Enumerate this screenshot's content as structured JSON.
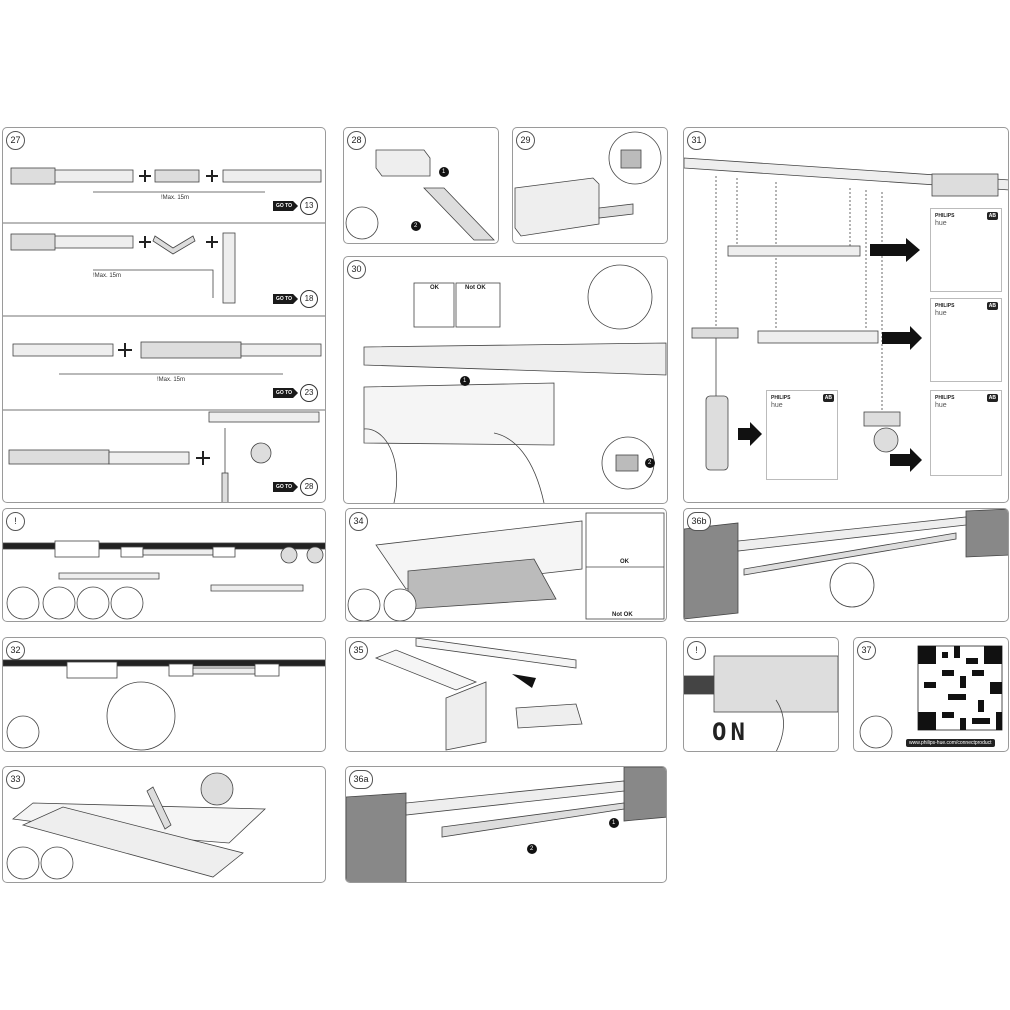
{
  "panels": {
    "p27": {
      "num": "27",
      "rows": [
        {
          "max": "!Max. 15m",
          "goto_label": "GO TO",
          "goto_num": "13"
        },
        {
          "max": "!Max. 15m",
          "goto_label": "GO TO",
          "goto_num": "18"
        },
        {
          "max": "!Max. 15m",
          "goto_label": "GO TO",
          "goto_num": "23"
        },
        {
          "max": "",
          "goto_label": "GO TO",
          "goto_num": "28"
        }
      ]
    },
    "p28": {
      "num": "28",
      "step1": "1",
      "step2": "2"
    },
    "p29": {
      "num": "29"
    },
    "p30": {
      "num": "30",
      "ok": "OK",
      "not_ok": "Not OK",
      "step1": "1",
      "step2": "2"
    },
    "p31": {
      "num": "31",
      "boxes": [
        {
          "brand": "PHILIPS",
          "hue": "hue",
          "badge": "AB"
        },
        {
          "brand": "PHILIPS",
          "hue": "hue",
          "badge": "AB"
        },
        {
          "brand": "PHILIPS",
          "hue": "hue",
          "badge": "AB"
        },
        {
          "brand": "PHILIPS",
          "hue": "hue",
          "badge": "AB"
        }
      ]
    },
    "pwarn1": {
      "num": "!"
    },
    "p34": {
      "num": "34",
      "ok": "OK",
      "not_ok": "Not OK"
    },
    "p36b": {
      "num": "36b"
    },
    "p32": {
      "num": "32"
    },
    "p35": {
      "num": "35"
    },
    "pwarn2": {
      "num": "!",
      "on_text": "ON"
    },
    "p37": {
      "num": "37",
      "url": "www.philips-hue.com/connectproduct"
    },
    "p33": {
      "num": "33"
    },
    "p36a": {
      "num": "36a",
      "step1": "1",
      "step2": "2"
    }
  }
}
